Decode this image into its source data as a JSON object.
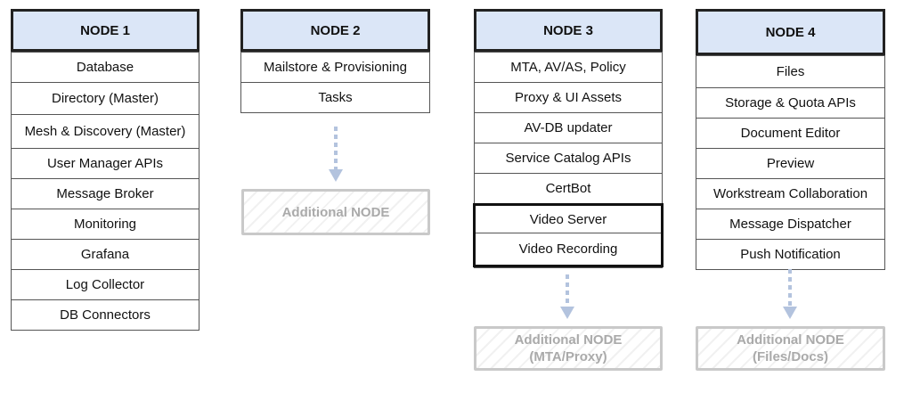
{
  "nodes": [
    {
      "title": "NODE 1",
      "items": [
        "Database",
        "Directory (Master)",
        "Mesh & Discovery (Master)",
        "User Manager APIs",
        "Message Broker",
        "Monitoring",
        "Grafana",
        "Log Collector",
        "DB Connectors"
      ]
    },
    {
      "title": "NODE 2",
      "items": [
        "Mailstore & Provisioning",
        "Tasks"
      ]
    },
    {
      "title": "NODE 3",
      "items": [
        "MTA, AV/AS, Policy",
        "Proxy & UI Assets",
        "AV-DB updater",
        "Service Catalog APIs",
        "CertBot"
      ],
      "highlighted_items": [
        "Video Server",
        "Video Recording"
      ]
    },
    {
      "title": "NODE 4",
      "items": [
        "Files",
        "Storage & Quota APIs",
        "Document Editor",
        "Preview",
        "Workstream Collaboration",
        "Message Dispatcher",
        "Push Notification"
      ]
    }
  ],
  "additional_nodes": [
    {
      "line1": "Additional NODE",
      "line2": ""
    },
    {
      "line1": "Additional NODE",
      "line2": "(MTA/Proxy)"
    },
    {
      "line1": "Additional NODE",
      "line2": "(Files/Docs)"
    }
  ],
  "colors": {
    "header_fill": "#dbe6f7",
    "arrow": "#b3c3de",
    "additional_text": "#aaaaaa"
  }
}
